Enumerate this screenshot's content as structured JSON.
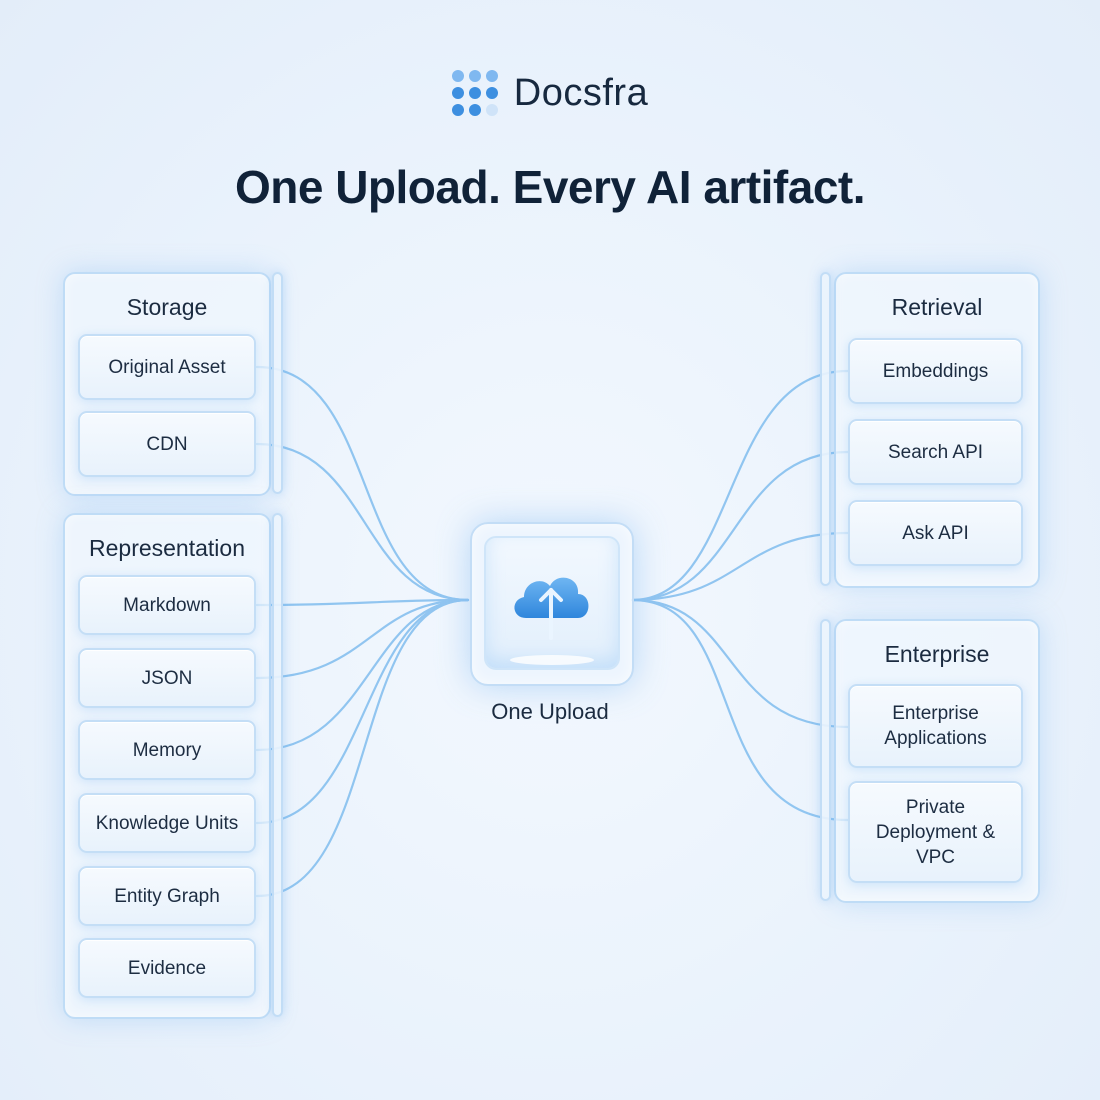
{
  "brand": {
    "name": "Docsfra",
    "logo_icon": "dot-grid-logo-icon",
    "accent": "#3d8fe0"
  },
  "headline": "One Upload. Every AI artifact.",
  "hub": {
    "label": "One Upload",
    "icon": "cloud-upload-icon"
  },
  "groups": {
    "storage": {
      "title": "Storage",
      "items": [
        "Original Asset",
        "CDN"
      ]
    },
    "representation": {
      "title": "Representation",
      "items": [
        "Markdown",
        "JSON",
        "Memory",
        "Knowledge Units",
        "Entity Graph",
        "Evidence"
      ]
    },
    "retrieval": {
      "title": "Retrieval",
      "items": [
        "Embeddings",
        "Search API",
        "Ask API"
      ]
    },
    "enterprise": {
      "title": "Enterprise",
      "items": [
        "Enterprise Applications",
        "Private Deployment & VPC"
      ]
    }
  },
  "colors": {
    "connector": "#8cc3f0",
    "panel_border": "#bfdcf6"
  }
}
